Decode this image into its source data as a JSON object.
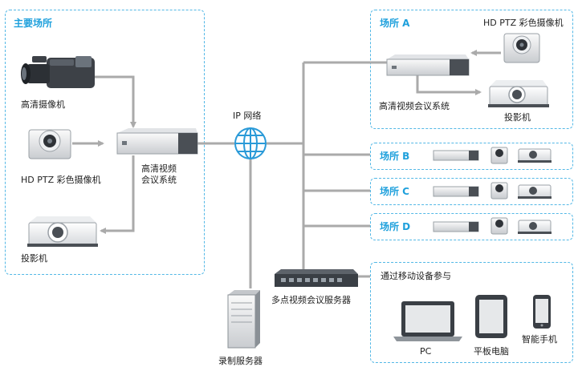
{
  "colors": {
    "accent": "#1ea0dc",
    "box_border": "#53b8e6",
    "line": "#aaaaaa",
    "device_dark": "#4a4f55",
    "globe": "#2a9ad8"
  },
  "main_site": {
    "title": "主要场所",
    "camcorder_label": "高清摄像机",
    "ptz_label": "HD PTZ 彩色摄像机",
    "codec_label_line1": "高清视频",
    "codec_label_line2": "会议系统",
    "projector_label": "投影机"
  },
  "network": {
    "label": "IP 网络"
  },
  "site_a": {
    "title": "场所 A",
    "ptz_label": "HD PTZ 彩色摄像机",
    "codec_label": "高清视频会议系统",
    "projector_label": "投影机"
  },
  "site_b": {
    "title": "场所 B"
  },
  "site_c": {
    "title": "场所 C"
  },
  "site_d": {
    "title": "场所 D"
  },
  "mcu": {
    "label": "多点视频会议服务器"
  },
  "recorder": {
    "label": "录制服务器"
  },
  "mobile": {
    "title": "通过移动设备参与",
    "pc_label": "PC",
    "tablet_label": "平板电脑",
    "phone_label": "智能手机"
  }
}
